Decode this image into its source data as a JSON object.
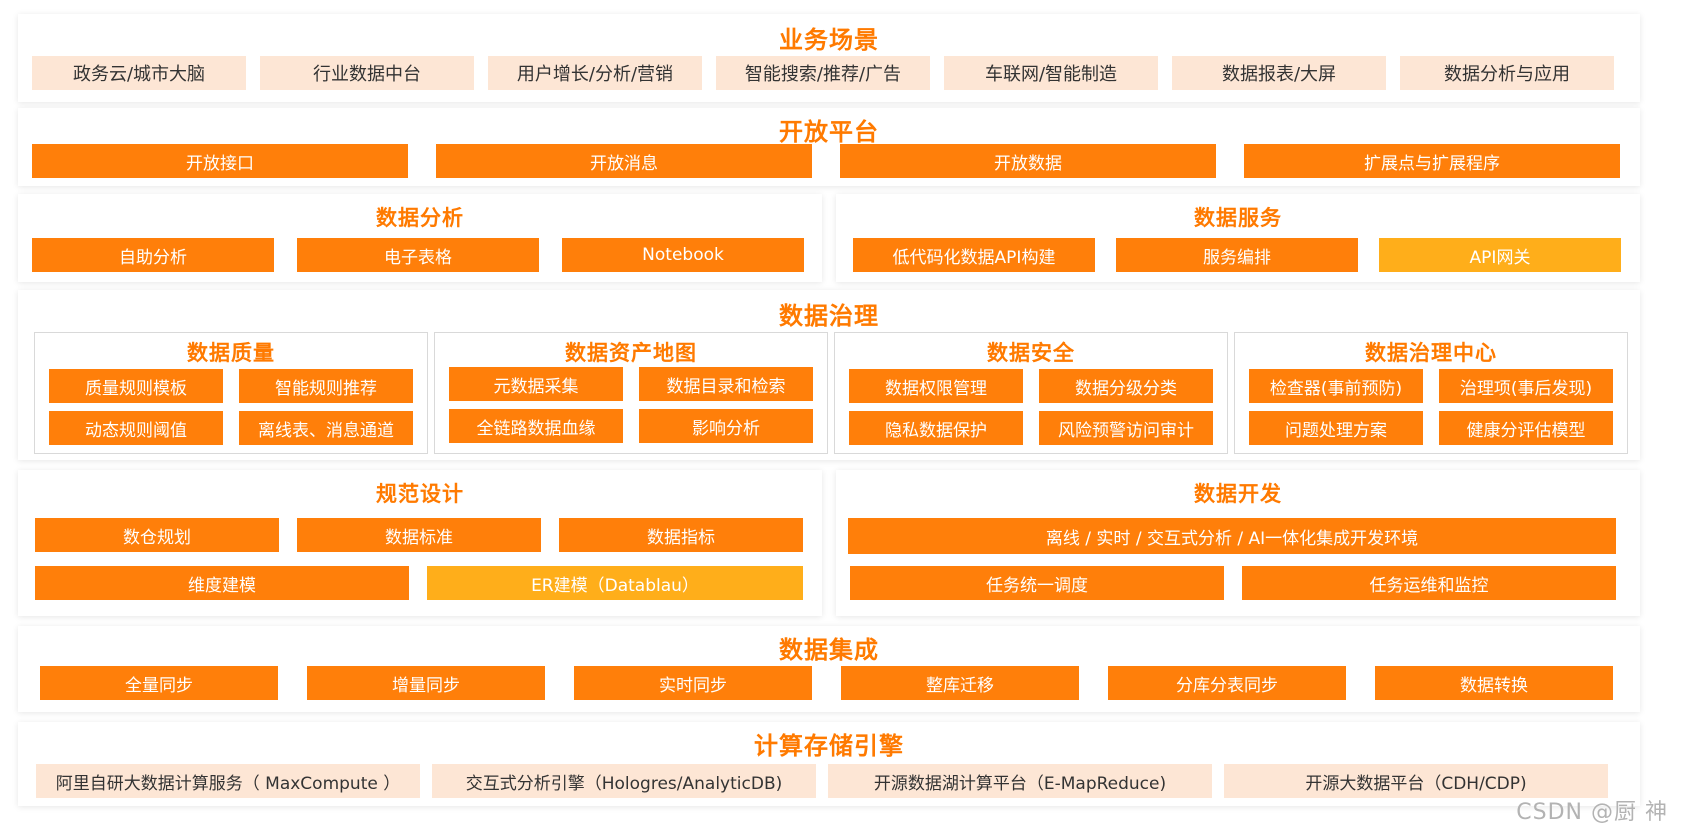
{
  "business": {
    "title": "业务场景",
    "items": [
      "政务云/城市大脑",
      "行业数据中台",
      "用户增长/分析/营销",
      "智能搜索/推荐/广告",
      "车联网/智能制造",
      "数据报表/大屏",
      "数据分析与应用"
    ]
  },
  "open_platform": {
    "title": "开放平台",
    "items": [
      "开放接口",
      "开放消息",
      "开放数据",
      "扩展点与扩展程序"
    ]
  },
  "analysis": {
    "title": "数据分析",
    "items": [
      "自助分析",
      "电子表格",
      "Notebook"
    ]
  },
  "service": {
    "title": "数据服务",
    "items": [
      "低代码化数据API构建",
      "服务编排",
      "API网关"
    ]
  },
  "governance": {
    "title": "数据治理",
    "quality": {
      "title": "数据质量",
      "items": [
        "质量规则模板",
        "智能规则推荐",
        "动态规则阈值",
        "离线表、消息通道"
      ]
    },
    "asset_map": {
      "title": "数据资产地图",
      "items": [
        "元数据采集",
        "数据目录和检索",
        "全链路数据血缘",
        "影响分析"
      ]
    },
    "security": {
      "title": "数据安全",
      "items": [
        "数据权限管理",
        "数据分级分类",
        "隐私数据保护",
        "风险预警访问审计"
      ]
    },
    "center": {
      "title": "数据治理中心",
      "items": [
        "检查器(事前预防)",
        "治理项(事后发现)",
        "问题处理方案",
        "健康分评估模型"
      ]
    }
  },
  "design": {
    "title": "规范设计",
    "items": [
      "数仓规划",
      "数据标准",
      "数据指标",
      "维度建模",
      "ER建模（Datablau）"
    ]
  },
  "develop": {
    "title": "数据开发",
    "items": [
      "离线 / 实时 / 交互式分析 / AI一体化集成开发环境",
      "任务统一调度",
      "任务运维和监控"
    ]
  },
  "integration": {
    "title": "数据集成",
    "items": [
      "全量同步",
      "增量同步",
      "实时同步",
      "整库迁移",
      "分库分表同步",
      "数据转换"
    ]
  },
  "compute": {
    "title": "计算存储引擎",
    "items": [
      "阿里自研大数据计算服务（ MaxCompute ）",
      "交互式分析引擎（Hologres/AnalyticDB)",
      "开源数据湖计算平台（E-MapReduce)",
      "开源大数据平台（CDH/CDP)"
    ]
  },
  "watermark": "CSDN @厨 神",
  "colors": {
    "accent": "#ff7f0a",
    "highlight": "#ffae1a",
    "pale": "#fde6d5"
  }
}
